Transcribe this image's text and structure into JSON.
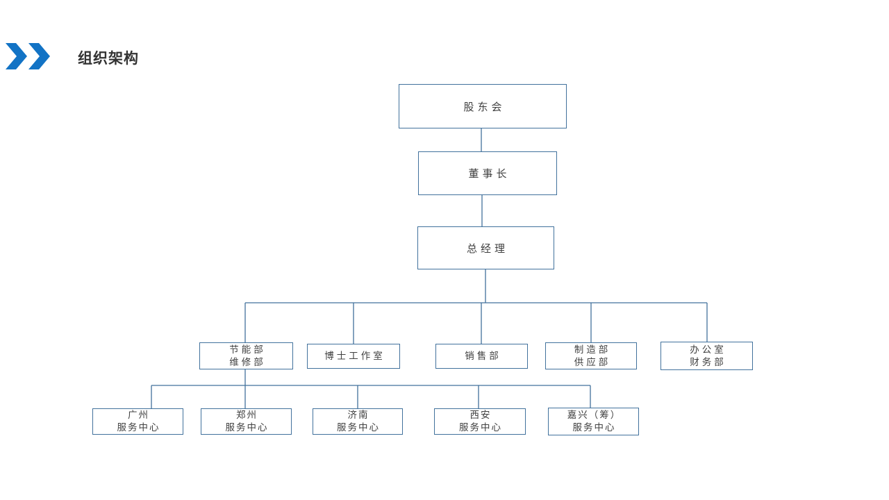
{
  "header": {
    "title": "组织架构",
    "chevron_icon": "double-chevron-right-icon",
    "accent_color": "#1273C5",
    "title_color": "#333333"
  },
  "org_chart": {
    "box_border_color": "#41719C",
    "connector_color": "#41719C",
    "text_color": "#404040",
    "nodes": [
      {
        "line1": "股东会"
      },
      {
        "line1": "董事长"
      },
      {
        "line1": "总经理"
      },
      {
        "line1": "节能部",
        "line2": "维修部"
      },
      {
        "line1": "博士工作室"
      },
      {
        "line1": "销售部"
      },
      {
        "line1": "制造部",
        "line2": "供应部"
      },
      {
        "line1": "办公室",
        "line2": "财务部"
      },
      {
        "line1": "广州",
        "line2": "服务中心"
      },
      {
        "line1": "郑州",
        "line2": "服务中心"
      },
      {
        "line1": "济南",
        "line2": "服务中心"
      },
      {
        "line1": "西安",
        "line2": "服务中心"
      },
      {
        "line1": "嘉兴（筹）",
        "line2": "服务中心"
      }
    ],
    "edges": [
      [
        0,
        1
      ],
      [
        1,
        2
      ],
      [
        2,
        3
      ],
      [
        2,
        4
      ],
      [
        2,
        5
      ],
      [
        2,
        6
      ],
      [
        2,
        7
      ],
      [
        3,
        8
      ],
      [
        3,
        9
      ],
      [
        3,
        10
      ],
      [
        3,
        11
      ],
      [
        3,
        12
      ]
    ]
  }
}
